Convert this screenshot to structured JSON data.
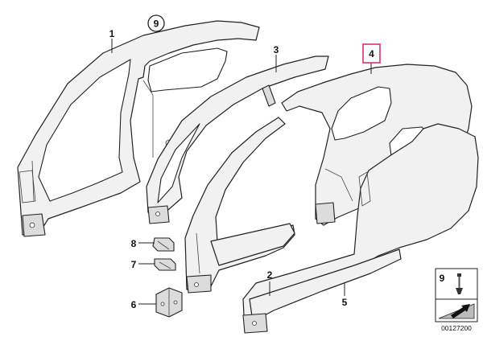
{
  "callouts": {
    "c1": "1",
    "c2": "2",
    "c3": "3",
    "c4": "4",
    "c5": "5",
    "c6": "6",
    "c7": "7",
    "c8": "8",
    "c9": "9"
  },
  "legend": {
    "item_number": "9",
    "diagram_number": "00127200"
  },
  "colors": {
    "highlight": "#d6336c"
  }
}
